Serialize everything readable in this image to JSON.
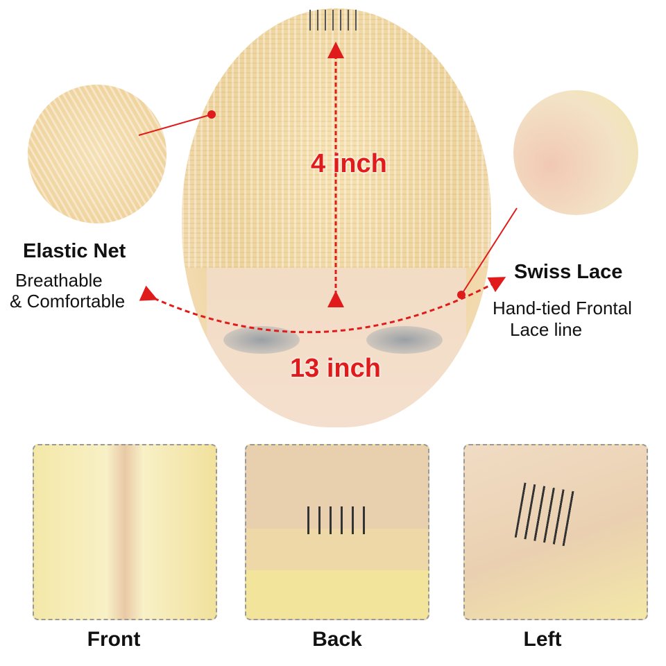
{
  "cap": {
    "height_label": "4 inch",
    "width_label": "13 inch"
  },
  "left_feature": {
    "title": "Elastic Net",
    "line1": "Breathable",
    "line2": "& Comfortable"
  },
  "right_feature": {
    "title": "Swiss Lace",
    "line1": "Hand-tied Frontal",
    "line2": "Lace line"
  },
  "views": [
    {
      "label": "Front"
    },
    {
      "label": "Back"
    },
    {
      "label": "Left"
    }
  ],
  "colors": {
    "accent": "#e01b1b"
  }
}
